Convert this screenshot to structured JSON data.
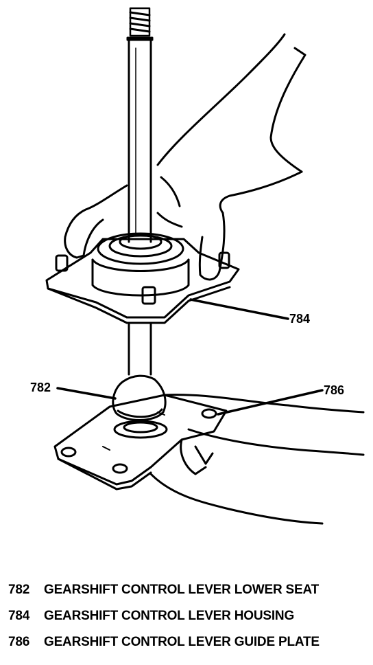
{
  "callouts": {
    "c784": "784",
    "c782": "782",
    "c786": "786"
  },
  "legend": [
    {
      "num": "782",
      "text": "GEARSHIFT CONTROL LEVER LOWER SEAT"
    },
    {
      "num": "784",
      "text": "GEARSHIFT CONTROL LEVER HOUSING"
    },
    {
      "num": "786",
      "text": "GEARSHIFT CONTROL LEVER GUIDE PLATE"
    }
  ]
}
